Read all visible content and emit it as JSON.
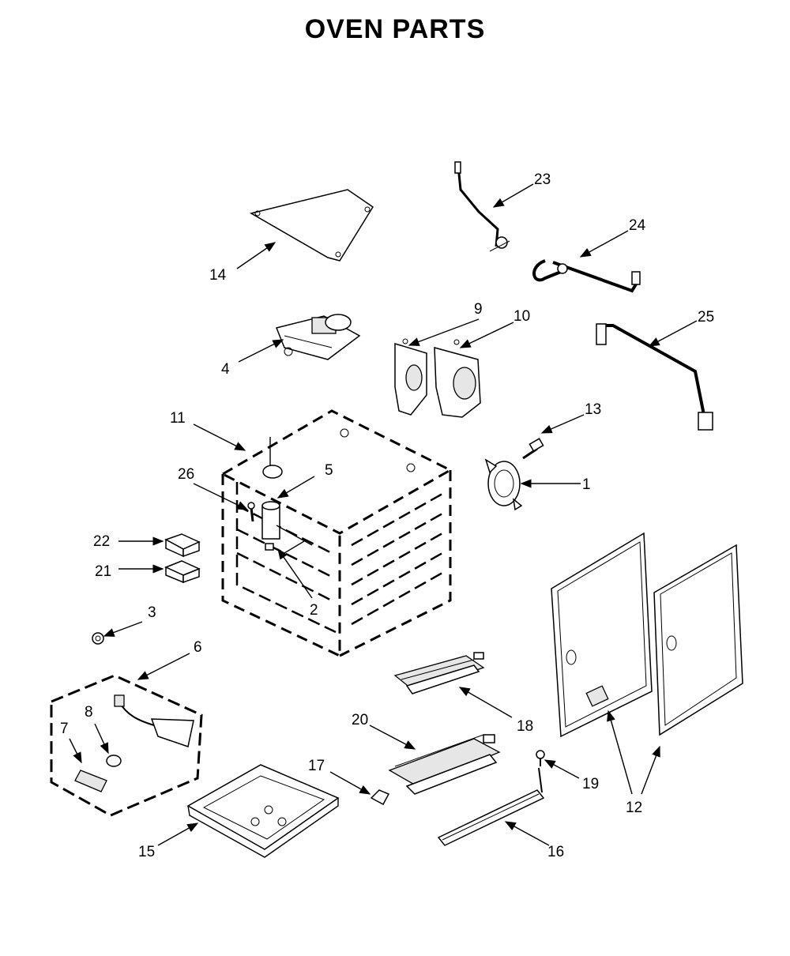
{
  "title": "OVEN PARTS",
  "callouts": [
    "1",
    "2",
    "3",
    "4",
    "5",
    "6",
    "7",
    "8",
    "9",
    "10",
    "11",
    "12",
    "13",
    "14",
    "15",
    "16",
    "17",
    "18",
    "19",
    "20",
    "21",
    "22",
    "23",
    "24",
    "25",
    "26"
  ]
}
